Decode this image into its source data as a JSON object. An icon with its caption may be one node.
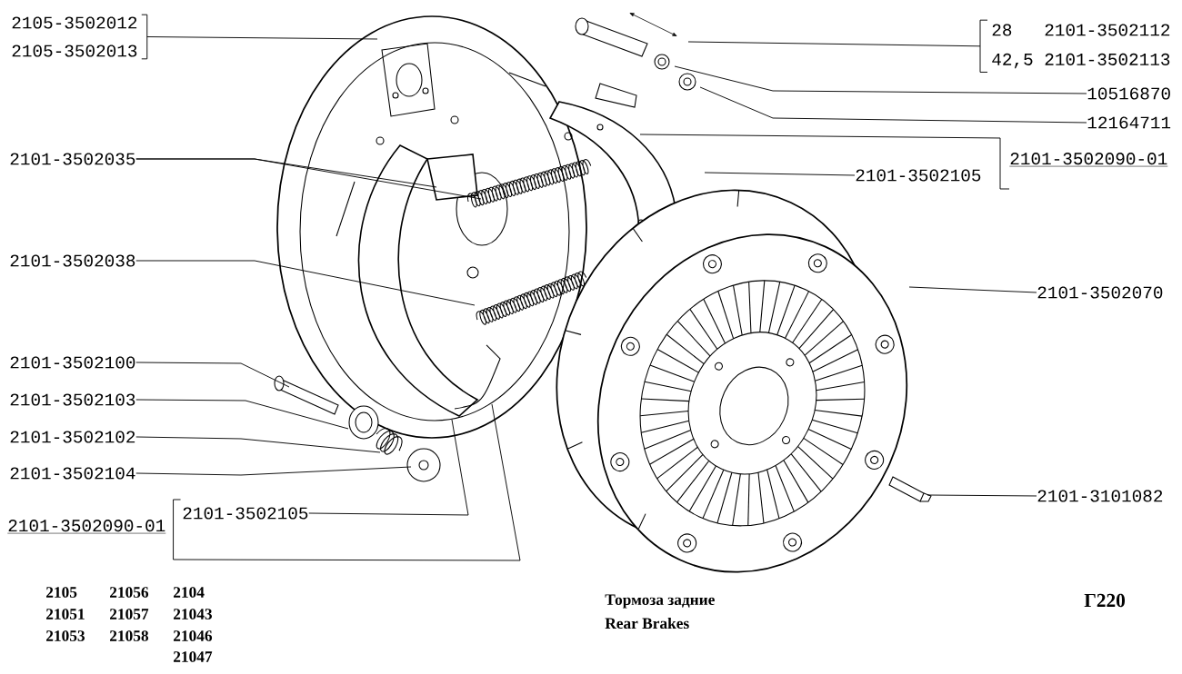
{
  "diagram": {
    "nodes": [
      {
        "text": [
          "2105-3502012"
        ]
      },
      {
        "text": [
          "2105-3502013"
        ]
      },
      {
        "text": [
          "28",
          "2101-3502112"
        ]
      },
      {
        "text": [
          "42,5",
          "2101-3502113"
        ]
      },
      {
        "text": [
          "10516870"
        ]
      },
      {
        "text": [
          "12164711"
        ]
      },
      {
        "text": [
          "2101-3502035"
        ]
      },
      {
        "text": [
          "2101-3502090-01"
        ]
      },
      {
        "text": [
          "2101-3502105"
        ]
      },
      {
        "text": [
          "2101-3502038"
        ]
      },
      {
        "text": [
          "2101-3502070"
        ]
      },
      {
        "text": [
          "2101-3502100"
        ]
      },
      {
        "text": [
          "2101-3502103"
        ]
      },
      {
        "text": [
          "2101-3502102"
        ]
      },
      {
        "text": [
          "2101-3502104"
        ]
      },
      {
        "text": [
          "2101-3502105"
        ]
      },
      {
        "text": [
          "2101-3502090-01"
        ]
      },
      {
        "text": [
          "2101-3101082"
        ]
      }
    ],
    "edges": [
      {
        "from": 0,
        "to": null,
        "arrow": "none"
      },
      {
        "from": 1,
        "to": null,
        "arrow": "none"
      },
      {
        "from": 2,
        "to": null,
        "arrow": "none"
      },
      {
        "from": 3,
        "to": null,
        "arrow": "none"
      },
      {
        "from": 4,
        "to": null,
        "arrow": "none"
      },
      {
        "from": 5,
        "to": null,
        "arrow": "none"
      },
      {
        "from": 6,
        "to": null,
        "arrow": "none"
      },
      {
        "from": 6,
        "to": null,
        "arrow": "none"
      },
      {
        "from": 7,
        "to": null,
        "arrow": "none"
      },
      {
        "from": 8,
        "to": null,
        "arrow": "none"
      },
      {
        "from": 9,
        "to": null,
        "arrow": "none"
      },
      {
        "from": 10,
        "to": null,
        "arrow": "none"
      },
      {
        "from": 11,
        "to": null,
        "arrow": "none"
      },
      {
        "from": 12,
        "to": null,
        "arrow": "none"
      },
      {
        "from": 13,
        "to": null,
        "arrow": "none"
      },
      {
        "from": 14,
        "to": null,
        "arrow": "none"
      },
      {
        "from": 15,
        "to": null,
        "arrow": "none"
      },
      {
        "from": 16,
        "to": null,
        "arrow": "none"
      },
      {
        "from": 17,
        "to": null,
        "arrow": "none"
      }
    ],
    "labels": [
      "2105",
      "21056",
      "2104",
      "21051",
      "21057",
      "21043",
      "21053",
      "21058",
      "21046",
      "21047",
      "Тормоза задние",
      "Rear Brakes",
      "Г220"
    ]
  }
}
